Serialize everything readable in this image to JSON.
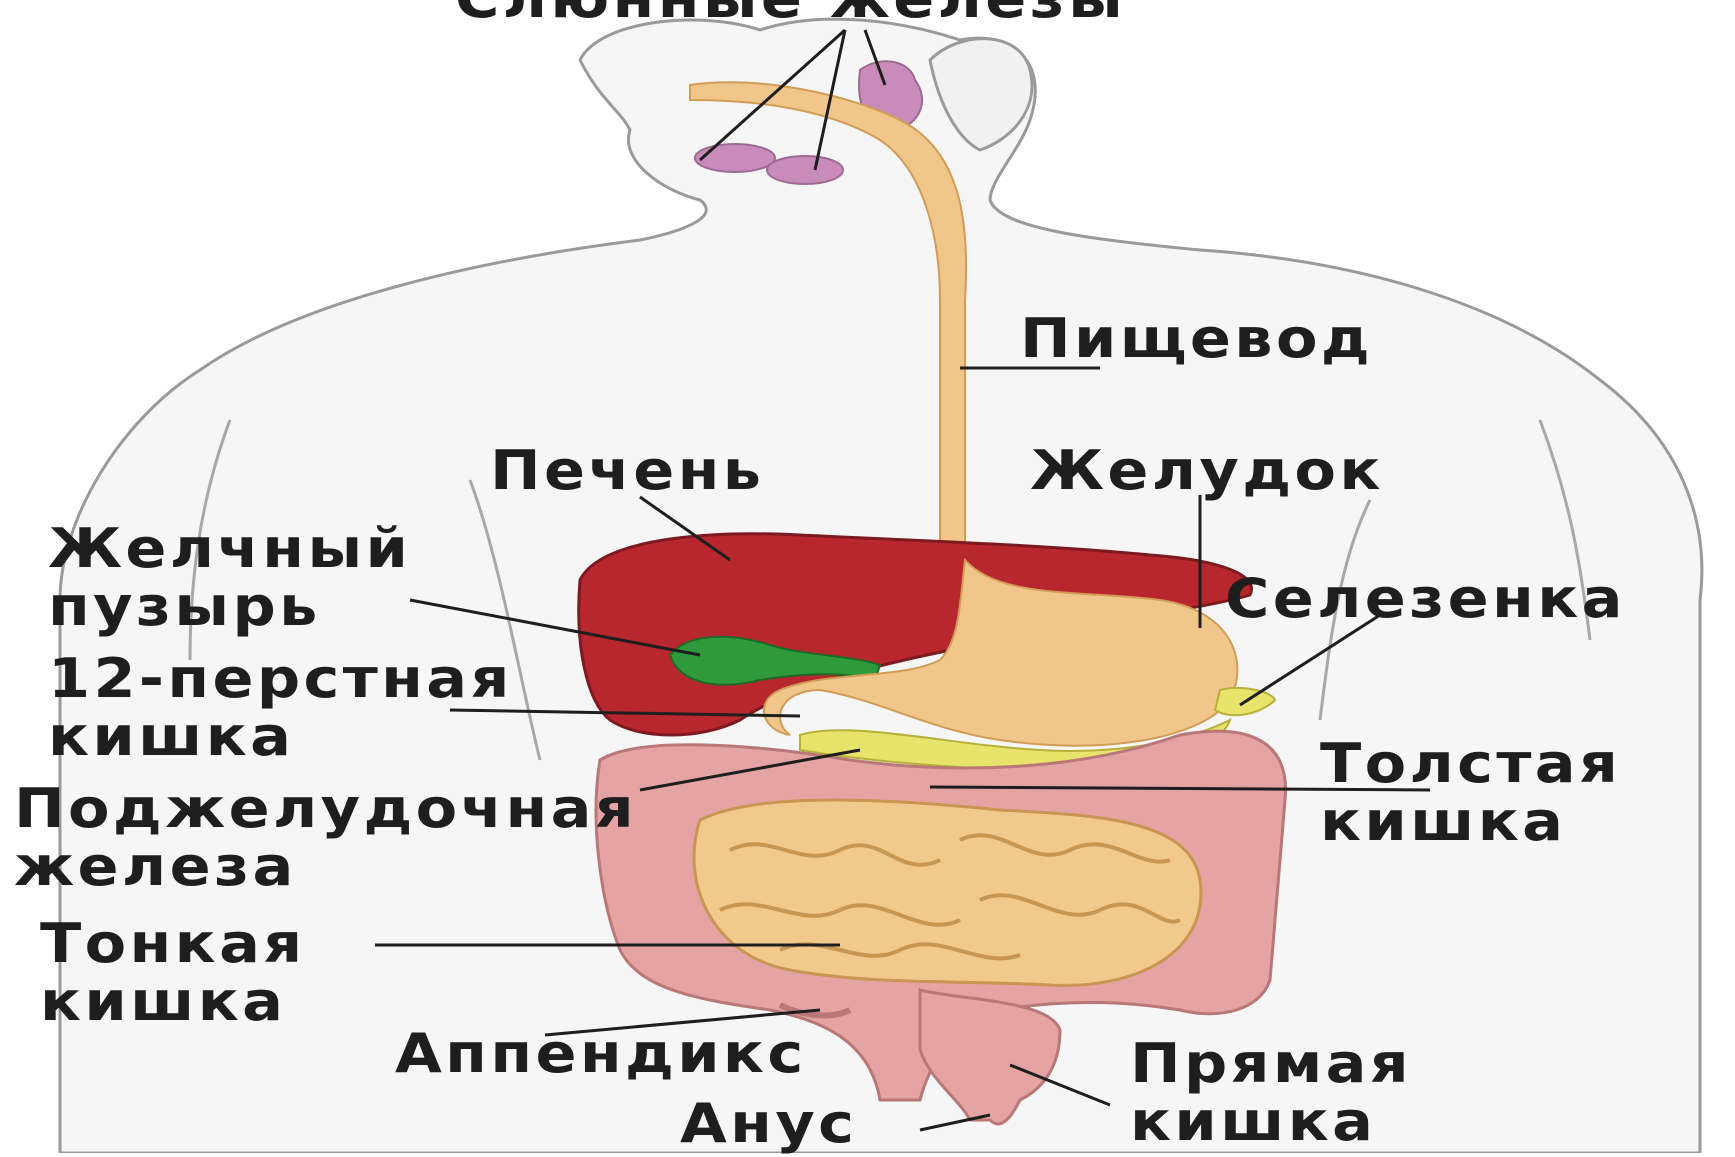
{
  "labels": {
    "salivary": "Слюнные железы",
    "esophagus": "Пищевод",
    "liver": "Печень",
    "stomach": "Желудок",
    "gallbladder": [
      "Желчный",
      "пузырь"
    ],
    "spleen": "Селезенка",
    "duodenum": [
      "12-перстная",
      "кишка"
    ],
    "colon": [
      "Толстая",
      "кишка"
    ],
    "pancreas": [
      "Поджелудочная",
      "железа"
    ],
    "small_intestine": [
      "Тонкая",
      "кишка"
    ],
    "appendix": "Аппендикс",
    "rectum": [
      "Прямая",
      "кишка"
    ],
    "anus": "Анус"
  },
  "colors": {
    "liver": "#b8262e",
    "gallbladder": "#2f9a3a",
    "esophagus_stomach": "#f0c68a",
    "salivary": "#c98bb9",
    "colon": "#e4a4a4",
    "small_intestine": "#f2c98d",
    "pancreas": "#e8e36a",
    "body_outline": "#9a9a9a",
    "body_fill": "#f6f6f6",
    "text": "#1e1e1e"
  }
}
